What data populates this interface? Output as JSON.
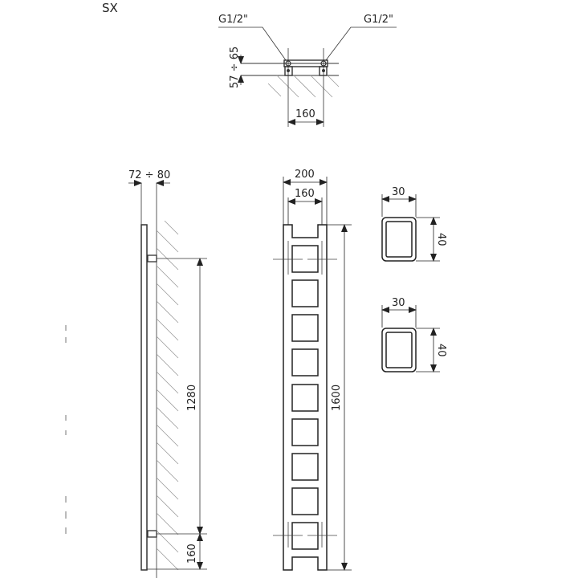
{
  "title": "SX",
  "top_view": {
    "connection_left": "G1/2\"",
    "connection_right": "G1/2\"",
    "wall_distance": "57 ÷ 65",
    "connection_spacing": "160"
  },
  "side_view": {
    "depth": "72 ÷ 80",
    "bracket_spacing": "1280",
    "bottom_offset": "160"
  },
  "front_view": {
    "outer_width": "200",
    "inner_width": "160",
    "height": "1600"
  },
  "profile_1": {
    "width": "30",
    "height": "40"
  },
  "profile_2": {
    "width": "30",
    "height": "40"
  },
  "colors": {
    "line": "#222222",
    "thin": "#555555",
    "hatch": "#999999"
  }
}
